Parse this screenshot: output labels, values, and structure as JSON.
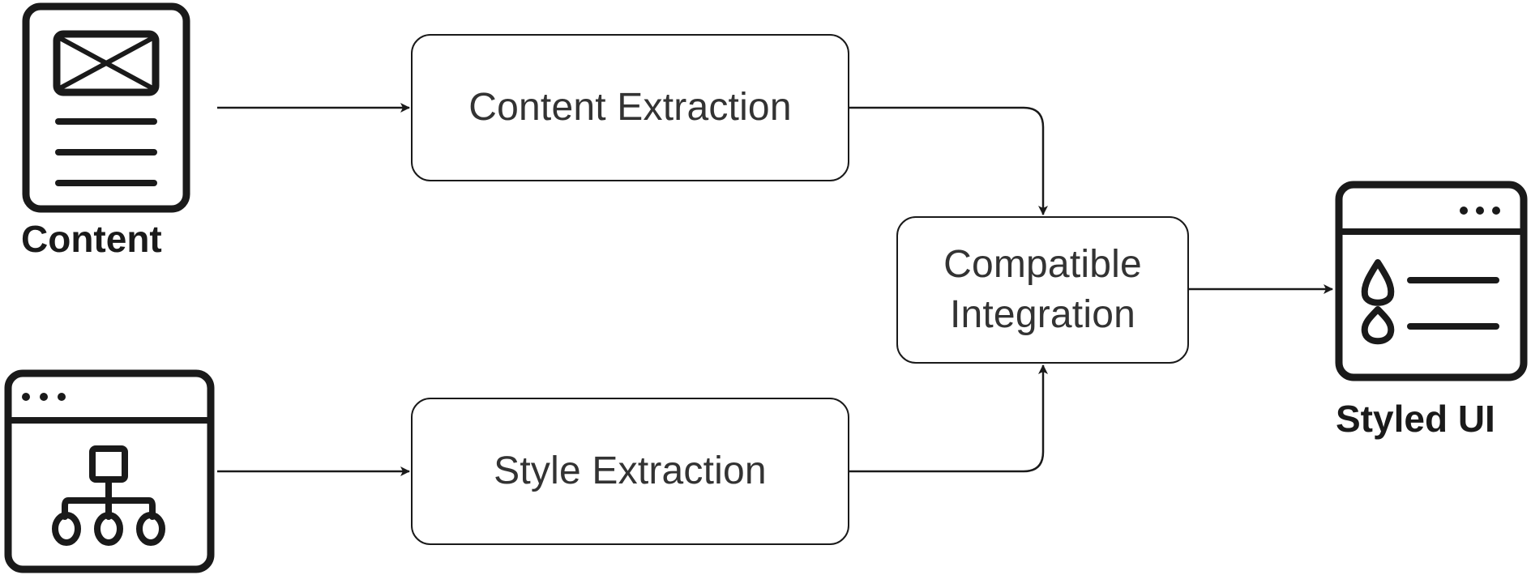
{
  "diagram": {
    "nodes": {
      "content_extraction": "Content Extraction",
      "style_extraction": "Style Extraction",
      "compatible_integration": [
        "Compatible",
        "Integration"
      ]
    },
    "captions": {
      "content": "Content",
      "styled_ui": "Styled UI"
    },
    "icons": {
      "content": "document-icon",
      "style": "browser-sitemap-icon",
      "styled_ui": "browser-list-icon"
    },
    "edges": [
      {
        "from": "Content",
        "to": "Content Extraction"
      },
      {
        "from": "style input",
        "to": "Style Extraction"
      },
      {
        "from": "Content Extraction",
        "to": "Compatible Integration"
      },
      {
        "from": "Style Extraction",
        "to": "Compatible Integration"
      },
      {
        "from": "Compatible Integration",
        "to": "Styled UI"
      }
    ],
    "colors": {
      "stroke": "#1a1a1a",
      "text": "#333333",
      "background": "#ffffff"
    }
  }
}
